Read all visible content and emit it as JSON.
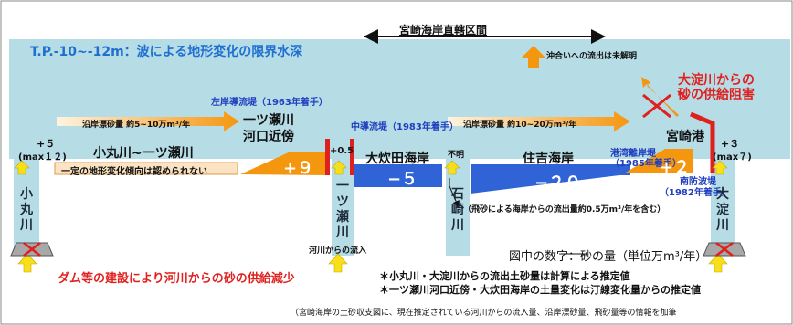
{
  "header": {
    "section_label": "宮崎海岸直轄区間",
    "tp_label": "T.P.-10~-12m：波による地形変化の限界水深",
    "offshore_note": "沖合いへの流出は未解明"
  },
  "supply_blocked": {
    "line1": "大淀川からの",
    "line2": "砂の供給阻害"
  },
  "drift": {
    "left": "沿岸漂砂量 約5~10万m³/年",
    "right": "沿岸漂砂量 約10~20万m³/年"
  },
  "structures": {
    "left_jetty": "左岸導流堤（1963年着手）",
    "middle_jetty": "中導流堤（1983年着手）",
    "port_offshore": "港湾離岸堤",
    "port_offshore_year": "（1985年着手）",
    "south_breakwater": "南防波堤",
    "south_breakwater_year": "（1982年着手）"
  },
  "zones": {
    "komaru": "小丸川~一ツ瀬川",
    "hitotsuse": "一ツ瀬川",
    "hitotsuse_mouth": "河口近傍",
    "ooidai": "大炊田海岸",
    "sumiyoshi": "住吉海岸",
    "port": "宮崎港",
    "no_trend": "一定の地形変化傾向は認められない"
  },
  "values": {
    "komaru_in": "+５",
    "komaru_max": "(max１２)",
    "hitotsuse_change": "+９",
    "hitotsuse_in": "+0.5",
    "ooidai_change": "−５",
    "unknown": "不明",
    "sumiyoshi_change": "−２０",
    "port_change": "+２２",
    "ooyodo_in": "+３",
    "ooyodo_max": "(max７)"
  },
  "rivers": {
    "komaru": "小丸川",
    "hitotsuse": "一ツ瀬川",
    "ishizaki": "石崎川",
    "ooyodo": "大淀川",
    "river_inflow": "河川からの流入"
  },
  "flying_sand_note": "（飛砂による海岸からの流出量約0.5万m³/年を含む）",
  "legend_units": "図中の数字：砂の量（単位万m³/年）",
  "dam_note": "ダム等の建設により河川からの砂の供給減少",
  "notes": [
    "＊小丸川・大淀川からの流出土砂量は計算による推定値",
    "＊一ツ瀬川河口近傍・大炊田海岸の土量変化は汀線変化量からの推定値"
  ],
  "footer": "（宮崎海岸の土砂収支図に、現在推定されている河川からの流入量、沿岸漂砂量、飛砂量等の情報を加筆"
}
